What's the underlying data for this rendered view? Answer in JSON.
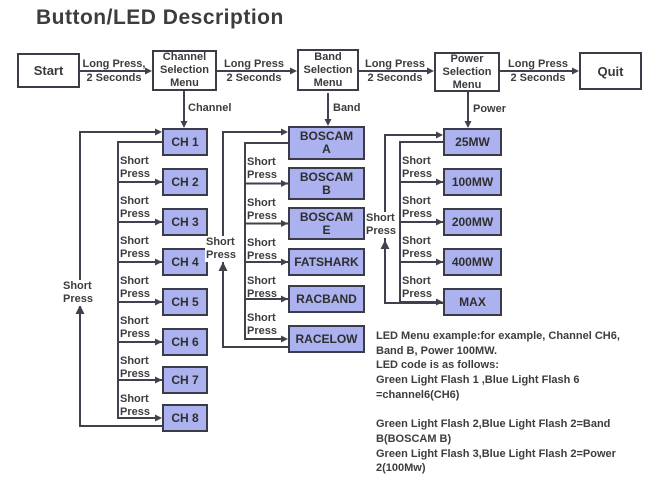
{
  "title": "Button/LED Description",
  "colors": {
    "box_fill": "#abb2ef",
    "box_border": "#3c3c48",
    "line": "#41414d",
    "text": "#3d3d3d"
  },
  "flow_menus": {
    "start": "Start",
    "channel": "Channel\nSelection\nMenu",
    "band": "Band\nSelection\nMenu",
    "power": "Power\nSelection\nMenu",
    "quit": "Quit"
  },
  "edge_labels": {
    "long_press_1": "Long Press,\n2 Seconds",
    "long_press": "Long Press\n2 Seconds",
    "short_press": "Short\nPress",
    "channel": "Channel",
    "band": "Band",
    "power": "Power"
  },
  "channels": [
    "CH 1",
    "CH 2",
    "CH 3",
    "CH 4",
    "CH 5",
    "CH 6",
    "CH 7",
    "CH 8"
  ],
  "bands": [
    "BOSCAM\nA",
    "BOSCAM\nB",
    "BOSCAM\nE",
    "FATSHARK",
    "RACBAND",
    "RACELOW"
  ],
  "powers": [
    "25MW",
    "100MW",
    "200MW",
    "400MW",
    "MAX"
  ],
  "notes": [
    "LED Menu example:for example, Channel CH6,",
    "Band B, Power 100MW.",
    "LED code is as follows:",
    "Green Light Flash 1 ,Blue Light Flash 6",
    "=channel6(CH6)",
    "",
    "Green Light Flash 2,Blue Light Flash 2=Band",
    "B(BOSCAM B)",
    "Green Light Flash 3,Blue Light Flash 2=Power",
    "2(100Mw)"
  ]
}
